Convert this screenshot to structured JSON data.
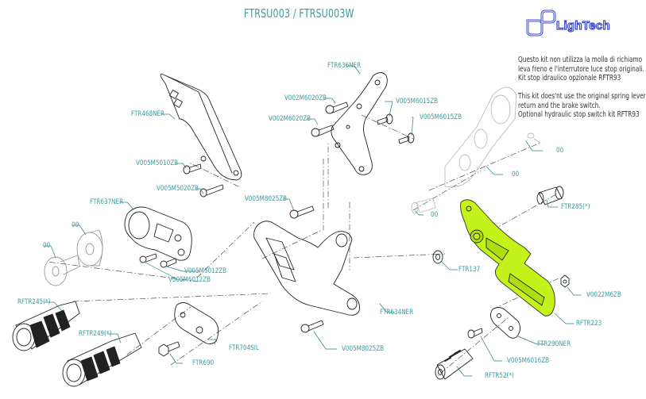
{
  "title": "FTRSU003 / FTRSU003W",
  "brand": {
    "name": "LighTech",
    "logo_color": "#3d49c9"
  },
  "notes": {
    "italian": [
      "Questo kit non utilizza la molla di richiamo",
      "leva freno e l'interrutore luce stop originali.",
      "Kit stop idraulico opzionale RFTR93"
    ],
    "english": [
      "This kit does'nt use the original spring lever",
      "return and the brake switch.",
      "Optional hydraulic stop switch kit RFTR93"
    ]
  },
  "colors": {
    "label": "#3a9aa1",
    "highlight_part": "#c6f21c",
    "line": "#222222"
  },
  "parts": [
    {
      "id": "p1",
      "code": "FTR468NER"
    },
    {
      "id": "p2",
      "code": "V005M5010ZB"
    },
    {
      "id": "p3",
      "code": "V005M5020ZB"
    },
    {
      "id": "p4",
      "code": "FTR636NER"
    },
    {
      "id": "p5",
      "code": "V002M6020ZB"
    },
    {
      "id": "p6",
      "code": "V002M6020ZB"
    },
    {
      "id": "p7",
      "code": "V005M6015ZB"
    },
    {
      "id": "p8",
      "code": "V005M6015ZB"
    },
    {
      "id": "p9",
      "code": "V005M8025ZB"
    },
    {
      "id": "p10",
      "code": "FTR637NER"
    },
    {
      "id": "p11",
      "code": "00"
    },
    {
      "id": "p12",
      "code": "00"
    },
    {
      "id": "p13",
      "code": "V005M6012ZB"
    },
    {
      "id": "p14",
      "code": "V005M6012ZB"
    },
    {
      "id": "p15",
      "code": "RFTR245(*)"
    },
    {
      "id": "p16",
      "code": "RFTR249(*)"
    },
    {
      "id": "p17",
      "code": "FTR704SIL"
    },
    {
      "id": "p18",
      "code": "FTR690"
    },
    {
      "id": "p19",
      "code": "FTR634NER"
    },
    {
      "id": "p20",
      "code": "V005M8025ZB"
    },
    {
      "id": "p21",
      "code": "00"
    },
    {
      "id": "p22",
      "code": "00"
    },
    {
      "id": "p23",
      "code": "00"
    },
    {
      "id": "p24",
      "code": "FTR285(*)"
    },
    {
      "id": "p25",
      "code": "FTR137"
    },
    {
      "id": "p26",
      "code": "V0022M6ZB"
    },
    {
      "id": "p27",
      "code": "RFTR223"
    },
    {
      "id": "p28",
      "code": "FTR290NER"
    },
    {
      "id": "p29",
      "code": "V005M6016ZB"
    },
    {
      "id": "p30",
      "code": "RFTR52(*)"
    }
  ]
}
